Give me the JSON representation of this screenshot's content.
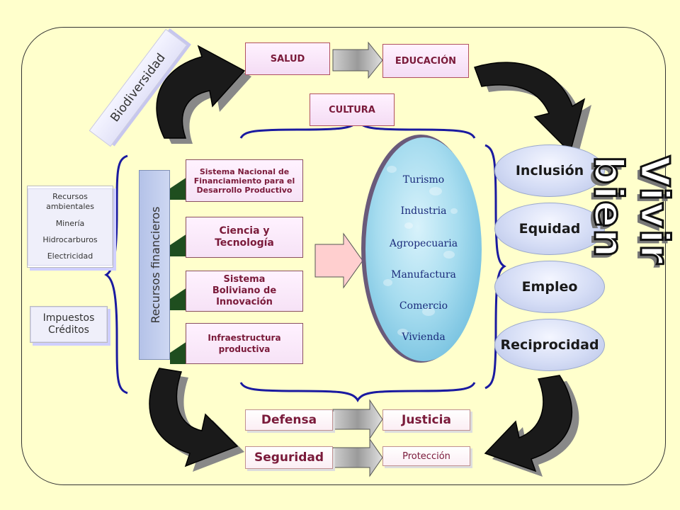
{
  "top": {
    "salud": "SALUD",
    "educacion": "EDUCACIÓN",
    "cultura": "CULTURA"
  },
  "biodiversidad": "Biodiversidad",
  "left_panel": {
    "items": [
      "Recursos ambientales",
      "Minería",
      "Hidrocarburos",
      "Electricidad"
    ],
    "impuestos": [
      "Impuestos",
      "Créditos"
    ]
  },
  "recursos_financieros": "Recursos financieros",
  "systems": [
    "Sistema Nacional de Financiamiento para el Desarrollo Productivo",
    "Ciencia y Tecnología",
    "Sistema Boliviano de Innovación",
    "Infraestructura productiva"
  ],
  "sectors": [
    "Turismo",
    "Industria",
    "Agropecuaria",
    "Manufactura",
    "Comercio",
    "Vivienda"
  ],
  "outcomes": [
    "Inclusión",
    "Equidad",
    "Empleo",
    "Reciprocidad"
  ],
  "vivir_bien": "Vivir bien",
  "bottom": {
    "defensa": "Defensa",
    "justicia": "Justicia",
    "seguridad": "Seguridad",
    "proteccion": "Protección"
  },
  "colors": {
    "background": "#ffffcc",
    "accent_maroon": "#7a1a3a",
    "dark_green": "#1f4e1f",
    "bracket_blue": "#1a1aa0"
  }
}
